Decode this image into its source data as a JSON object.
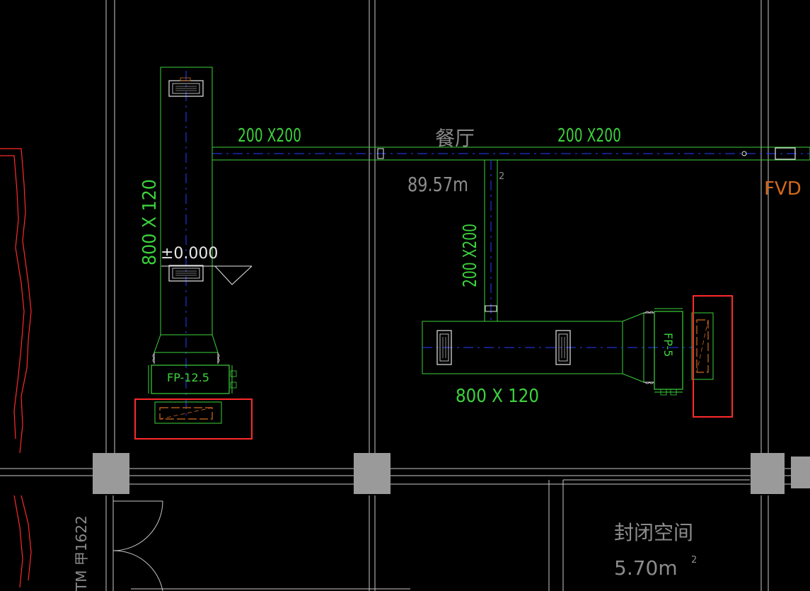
{
  "colors": {
    "background": "#000000",
    "wall": "#c8c8c8",
    "duct": "#3cd23c",
    "centerline": "#2a3cff",
    "highlight": "#ff2a2a",
    "label_gray": "#8c8c8c",
    "label_orange": "#d2691e",
    "column": "#9a9a9a"
  },
  "labels": {
    "duct_top_left": "200 X200",
    "duct_top_right": "200 X200",
    "room_dining": "餐厅",
    "dining_area": "89.57m",
    "area_sup": "2",
    "duct_left_vertical": "800   X 120",
    "elevation": "±0.000",
    "duct_branch_vertical": "200 X200",
    "fcu_left": "FP-12.5",
    "fcu_right": "FP-5",
    "duct_bottom": "800   X 120",
    "damper": "FVD",
    "room_closed": "封闭空间",
    "closed_area": "5.70m",
    "closed_area_sup": "2",
    "door_code": "TM 甲1622"
  }
}
